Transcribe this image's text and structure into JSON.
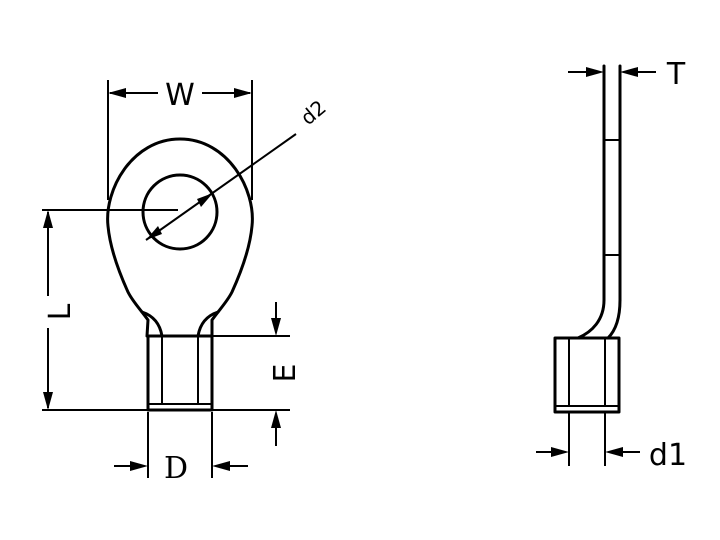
{
  "labels": {
    "w": "W",
    "d2": "d2",
    "l": "L",
    "e": "E",
    "d": "D",
    "t": "T",
    "d1": "d1"
  }
}
